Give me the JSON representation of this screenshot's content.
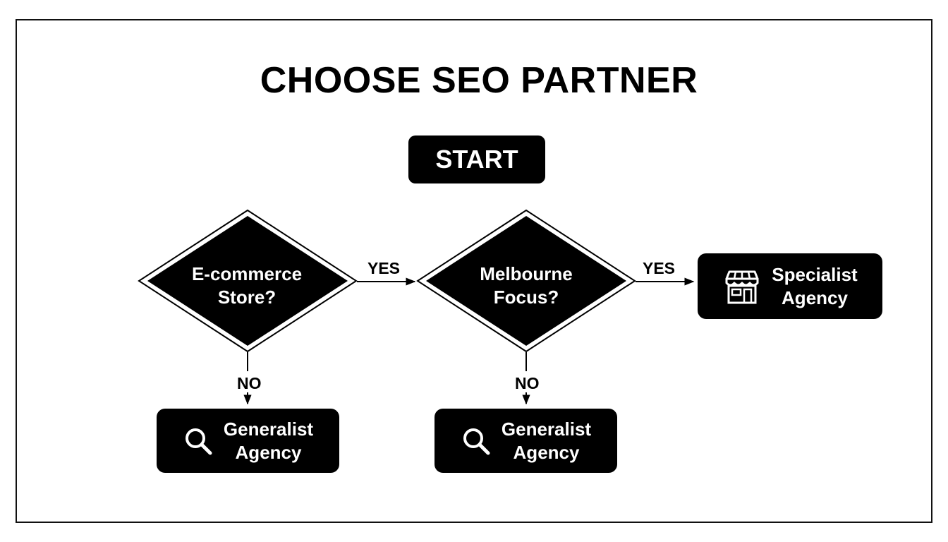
{
  "title": "CHOOSE SEO PARTNER",
  "start": {
    "label": "START"
  },
  "decisions": [
    {
      "line1": "E-commerce",
      "line2": "Store?"
    },
    {
      "line1": "Melbourne",
      "line2": "Focus?"
    }
  ],
  "outcomes": {
    "generalist_1": {
      "line1": "Generalist",
      "line2": "Agency",
      "icon": "magnifier-icon"
    },
    "generalist_2": {
      "line1": "Generalist",
      "line2": "Agency",
      "icon": "magnifier-icon"
    },
    "specialist": {
      "line1": "Specialist",
      "line2": "Agency",
      "icon": "storefront-icon"
    }
  },
  "edges": {
    "yes_1": "YES",
    "yes_2": "YES",
    "no_1": "NO",
    "no_2": "NO"
  },
  "colors": {
    "fill": "#000000",
    "text": "#ffffff",
    "background": "#ffffff"
  }
}
